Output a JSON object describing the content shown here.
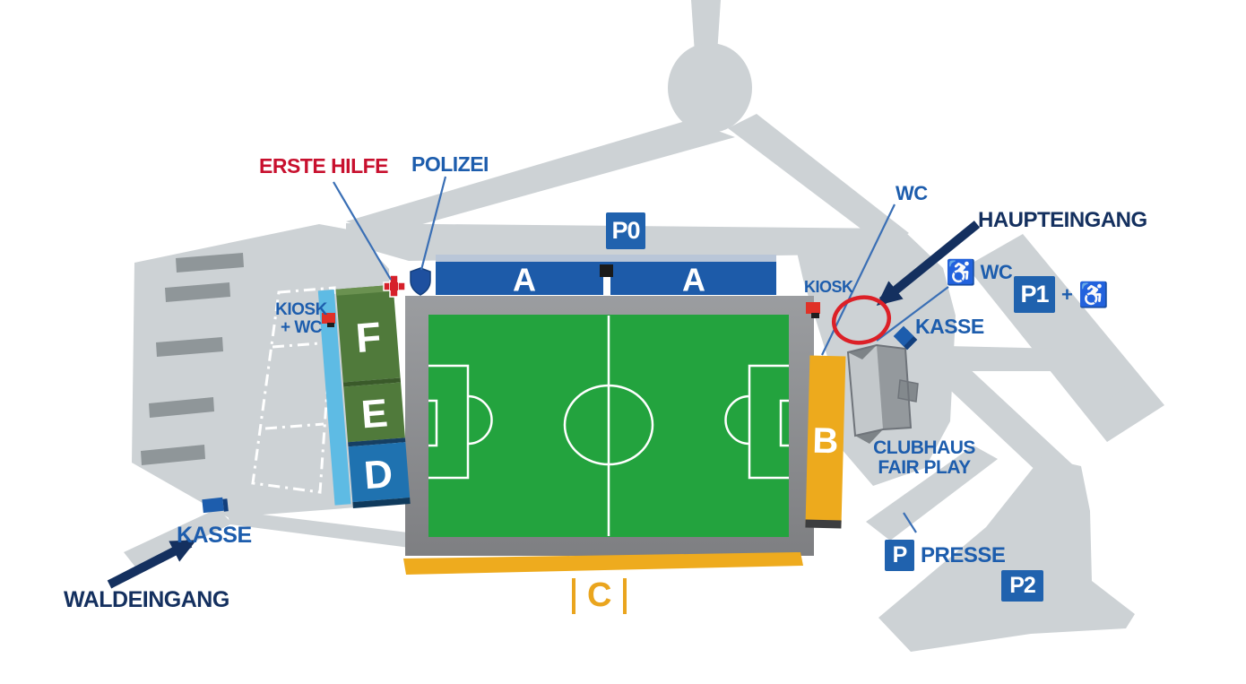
{
  "map": {
    "title_labels": {
      "erste_hilfe": "ERSTE HILFE",
      "polizei": "POLIZEI",
      "wc_top": "WC",
      "haupteingang": "HAUPTEINGANG",
      "wc_accessible": "WC",
      "plus": "+",
      "kiosk_right": "KIOSK",
      "kasse_right": "KASSE",
      "clubhaus_line1": "CLUBHAUS",
      "clubhaus_line2": "FAIR PLAY",
      "presse": "PRESSE",
      "kiosk_wc_line1": "KIOSK",
      "kiosk_wc_line2": "+ WC",
      "kasse_left": "KASSE",
      "waldeingang": "WALDEINGANG"
    },
    "parking": {
      "p0": "P0",
      "p1": "P1",
      "p2": "P2",
      "presse_p": "P"
    },
    "stands": {
      "a_left": "A",
      "a_right": "A",
      "b": "B",
      "c": "C",
      "d": "D",
      "e": "E",
      "f": "F"
    },
    "icons": {
      "wheelchair": "♿"
    },
    "colors": {
      "label_blue": "#1d5dad",
      "navy": "#14305f",
      "red": "#d6202a",
      "stand_blue": "#1d5ba9",
      "stand_green": "#507a3b",
      "stand_lightblue": "#5ebbe4",
      "stand_yellow": "#edaa1d",
      "pitch_green": "#23a33e",
      "road_gray": "#cdd2d5",
      "stripe_gray": "#8f9699"
    }
  }
}
